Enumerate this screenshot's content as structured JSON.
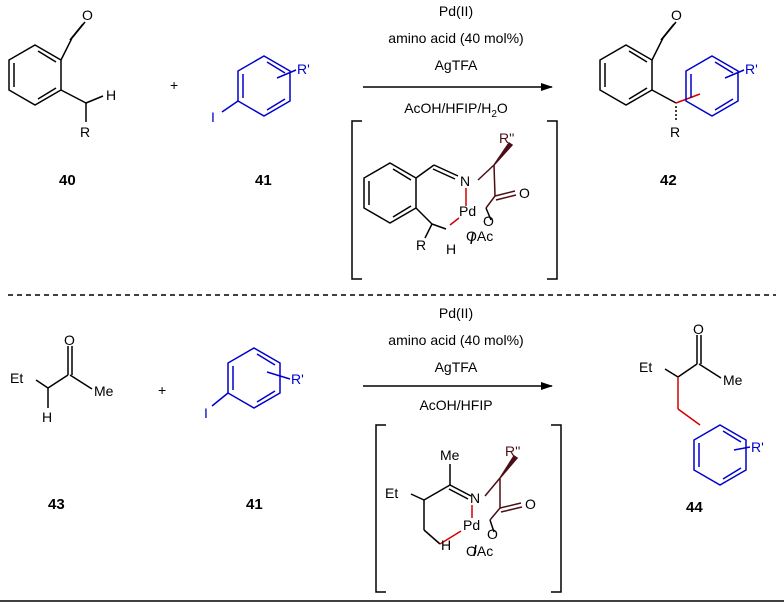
{
  "colors": {
    "bond": "#000000",
    "aryl_iodide": "#0000cc",
    "new_bond": "#d40000",
    "amino_acid": "#4a0f14"
  },
  "scheme_top": {
    "compounds": [
      {
        "id": "40",
        "name": "aldehyde-substrate"
      },
      {
        "id": "41",
        "name": "aryl-iodide"
      },
      {
        "id": "42",
        "name": "arylated-product"
      }
    ],
    "plus": "+",
    "conditions": [
      "Pd(II)",
      "amino acid (40 mol%)",
      "AgTFA",
      "AcOH/HFIP/H2O"
    ],
    "atoms": {
      "o": "O",
      "h": "H",
      "r": "R",
      "i": "I",
      "rp": "R'",
      "n": "N",
      "pd": "Pd",
      "oac": "OAc",
      "rpp": "R''",
      "o2": "O",
      "o3": "O"
    }
  },
  "scheme_bottom": {
    "compounds": [
      {
        "id": "43",
        "name": "ketone-substrate"
      },
      {
        "id": "41",
        "name": "aryl-iodide"
      },
      {
        "id": "44",
        "name": "arylated-ketone"
      }
    ],
    "plus": "+",
    "conditions": [
      "Pd(II)",
      "amino acid (40 mol%)",
      "AgTFA",
      "AcOH/HFIP"
    ],
    "atoms": {
      "o": "O",
      "et": "Et",
      "me": "Me",
      "h": "H",
      "i": "I",
      "rp": "R'",
      "n": "N",
      "pd": "Pd",
      "oac": "OAc",
      "rpp": "R''",
      "o2": "O",
      "o3": "O"
    }
  }
}
